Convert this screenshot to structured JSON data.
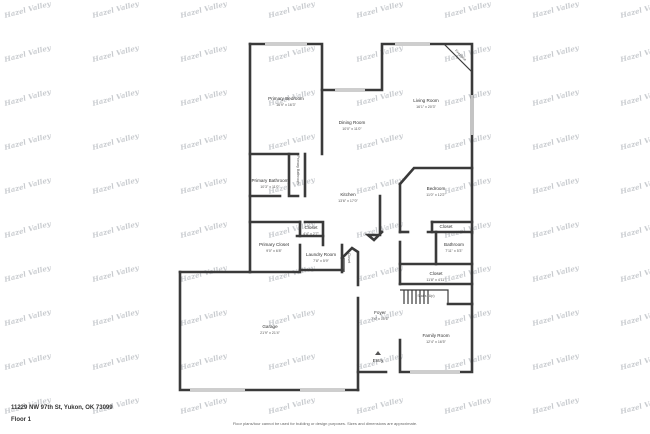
{
  "watermark": "Hazel Valley",
  "rooms": {
    "primary_bedroom": {
      "name": "Primary Bedroom",
      "dims": "16'9\" x 16'3\""
    },
    "dining_room": {
      "name": "Dining Room",
      "dims": "10'0\" x 11'0\""
    },
    "living_room": {
      "name": "Living Room",
      "dims": "16'1\" x 20'3\""
    },
    "fireplace": {
      "name": "Fireplace"
    },
    "primary_bathroom_label": {
      "name": "Primary Bathroom"
    },
    "primary_bathroom": {
      "name": "Primary Bathroom",
      "dims": "10'3\" x 11'0\""
    },
    "kitchen": {
      "name": "Kitchen",
      "dims": "13'6\" x 17'0\""
    },
    "bedroom": {
      "name": "Bedroom",
      "dims": "11'0\" x 12'2\""
    },
    "closet_a": {
      "name": "Closet",
      "dims": "4'4\" x 2'7\""
    },
    "primary_closet": {
      "name": "Primary Closet",
      "dims": "9'0\" x 6'8\""
    },
    "closet_b": {
      "name": "Closet"
    },
    "bathroom": {
      "name": "Bathroom",
      "dims": "7'11\" x 5'3\""
    },
    "laundry_room": {
      "name": "Laundry Room",
      "dims": "7'8\" x 5'9\""
    },
    "closet_c": {
      "name": "Closet"
    },
    "closet_d": {
      "name": "Closet",
      "dims": "11'8\" x 4'11\""
    },
    "stairs": {
      "name": "Stairs (Up)"
    },
    "garage": {
      "name": "Garage",
      "dims": "21'9\" x 21'4\""
    },
    "foyer": {
      "name": "Foyer",
      "dims": "7'4\" x 10'6\""
    },
    "family_room": {
      "name": "Family Room",
      "dims": "12'4\" x 16'5\""
    },
    "entry": {
      "name": "Entry"
    }
  },
  "footer": {
    "address": "11229 NW 97th St, Yukon, OK 73099",
    "floor": "Floor 1",
    "disclaimer": "Floor plans/tour cannot be used for building or design purposes. Sizes and dimensions are approximate."
  },
  "colors": {
    "wall": "#3a3a3a",
    "watermark": "#c9ccd0",
    "background": "#ffffff"
  }
}
